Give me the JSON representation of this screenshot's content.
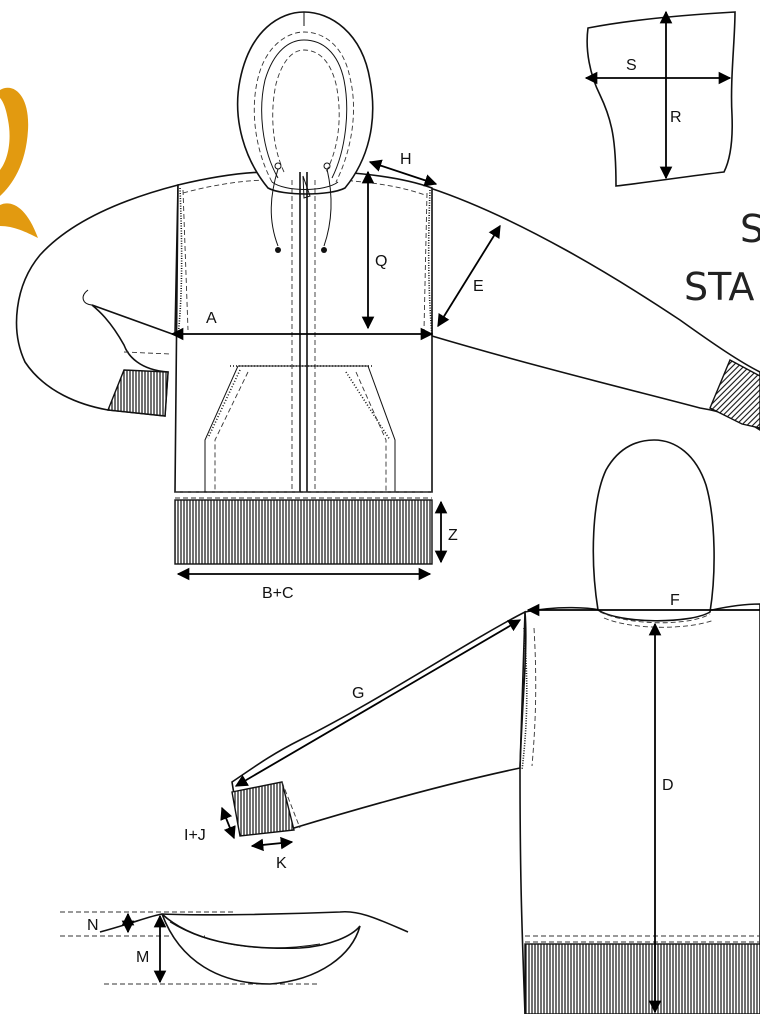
{
  "labels": {
    "A": "A",
    "BC": "B+C",
    "Z": "Z",
    "Q": "Q",
    "E": "E",
    "H": "H",
    "S": "S",
    "R": "R",
    "F": "F",
    "G": "G",
    "D": "D",
    "IJ": "I+J",
    "K": "K",
    "N": "N",
    "M": "M"
  },
  "title_fragment_1": "S",
  "title_fragment_2": "STA",
  "colors": {
    "accent": "#e29a10",
    "line": "#111111"
  }
}
